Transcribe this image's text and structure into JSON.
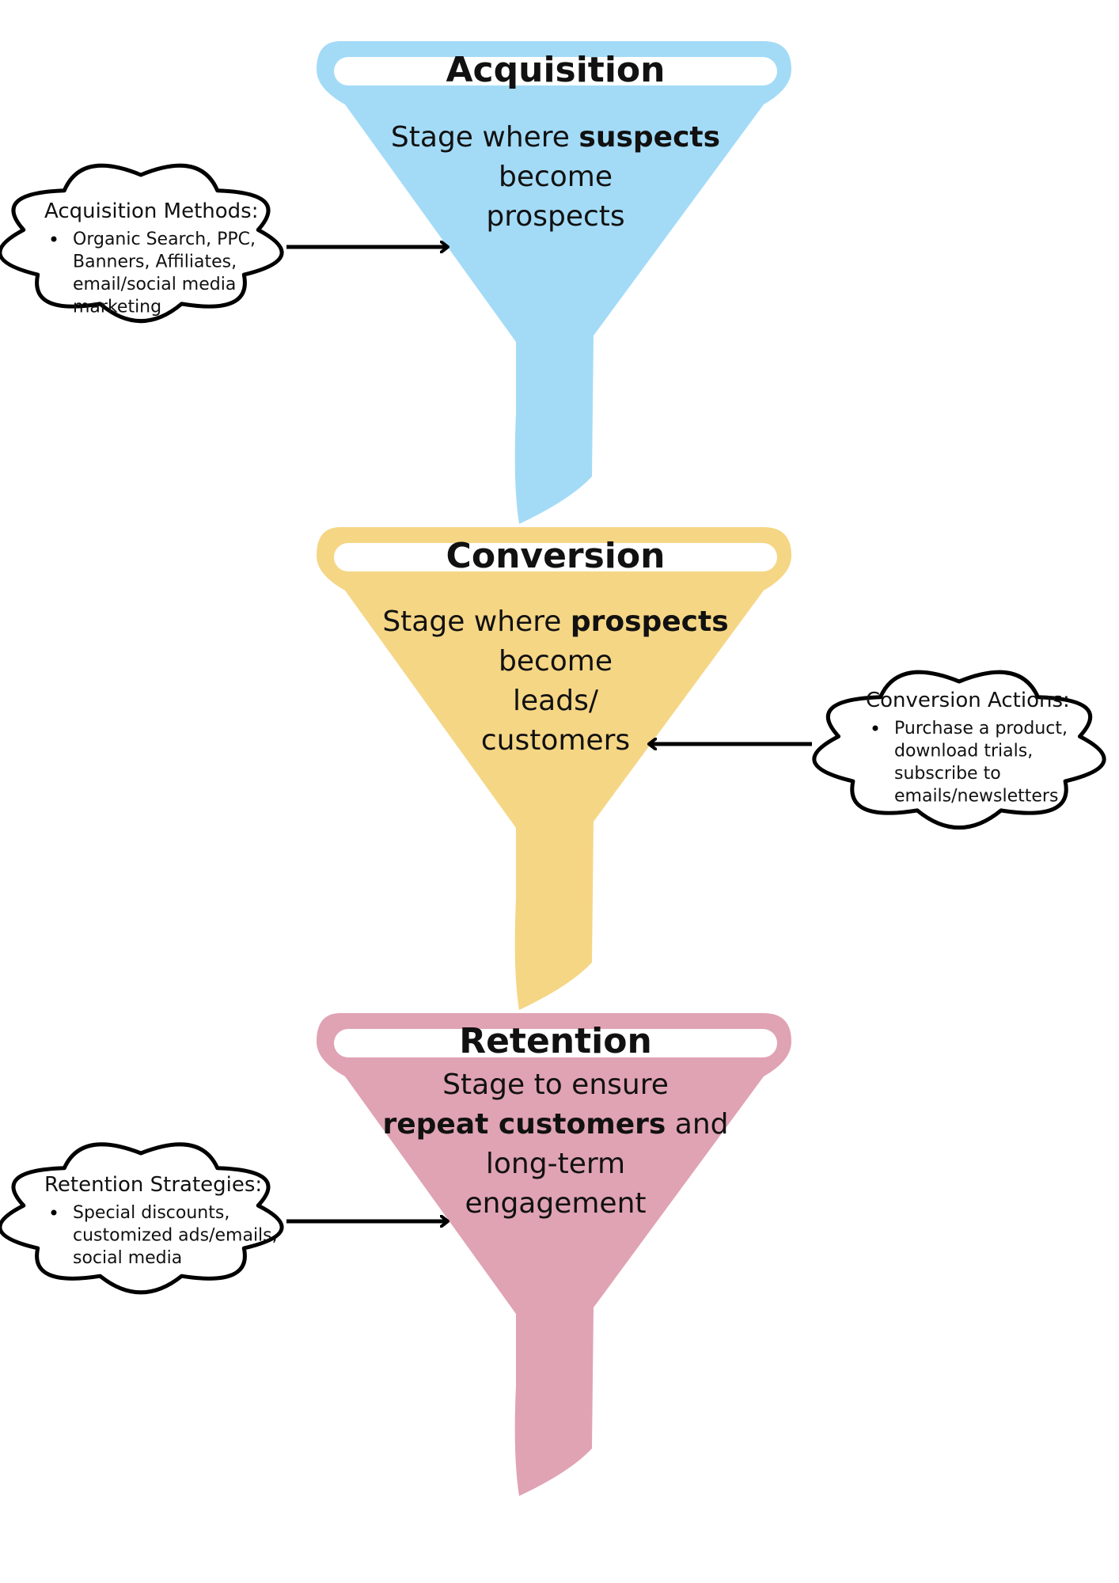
{
  "stages": [
    {
      "id": "acquisition",
      "title": "Acquisition",
      "color": "#a3dbf7",
      "description": [
        [
          {
            "text": "Stage where ",
            "bold": false
          },
          {
            "text": "suspects",
            "bold": true
          }
        ],
        [
          {
            "text": "become",
            "bold": false
          }
        ],
        [
          {
            "text": "prospects",
            "bold": false
          }
        ]
      ]
    },
    {
      "id": "conversion",
      "title": "Conversion",
      "color": "#f5d685",
      "description": [
        [
          {
            "text": "Stage where ",
            "bold": false
          },
          {
            "text": "prospects",
            "bold": true
          }
        ],
        [
          {
            "text": "become",
            "bold": false
          }
        ],
        [
          {
            "text": "leads/",
            "bold": false
          }
        ],
        [
          {
            "text": "customers",
            "bold": false
          }
        ]
      ]
    },
    {
      "id": "retention",
      "title": "Retention",
      "color": "#e0a3b3",
      "description": [
        [
          {
            "text": "Stage to ensure",
            "bold": false
          }
        ],
        [
          {
            "text": "repeat customers",
            "bold": true
          },
          {
            "text": " and",
            "bold": false
          }
        ],
        [
          {
            "text": "long-term",
            "bold": false
          }
        ],
        [
          {
            "text": "engagement",
            "bold": false
          }
        ]
      ]
    }
  ],
  "clouds": [
    {
      "id": "acquisition-methods",
      "side": "left",
      "heading": "Acquisition Methods:",
      "item_lines": [
        "Organic Search, PPC,",
        "Banners, Affiliates,",
        "email/social media",
        "marketing"
      ]
    },
    {
      "id": "conversion-actions",
      "side": "right",
      "heading": "Conversion Actions:",
      "item_lines": [
        "Purchase a product,",
        "download trials,",
        "subscribe to",
        "emails/newsletters"
      ]
    },
    {
      "id": "retention-strategies",
      "side": "left",
      "heading": "Retention Strategies:",
      "item_lines": [
        "Special discounts,",
        "customized ads/emails,",
        "social media"
      ]
    }
  ]
}
